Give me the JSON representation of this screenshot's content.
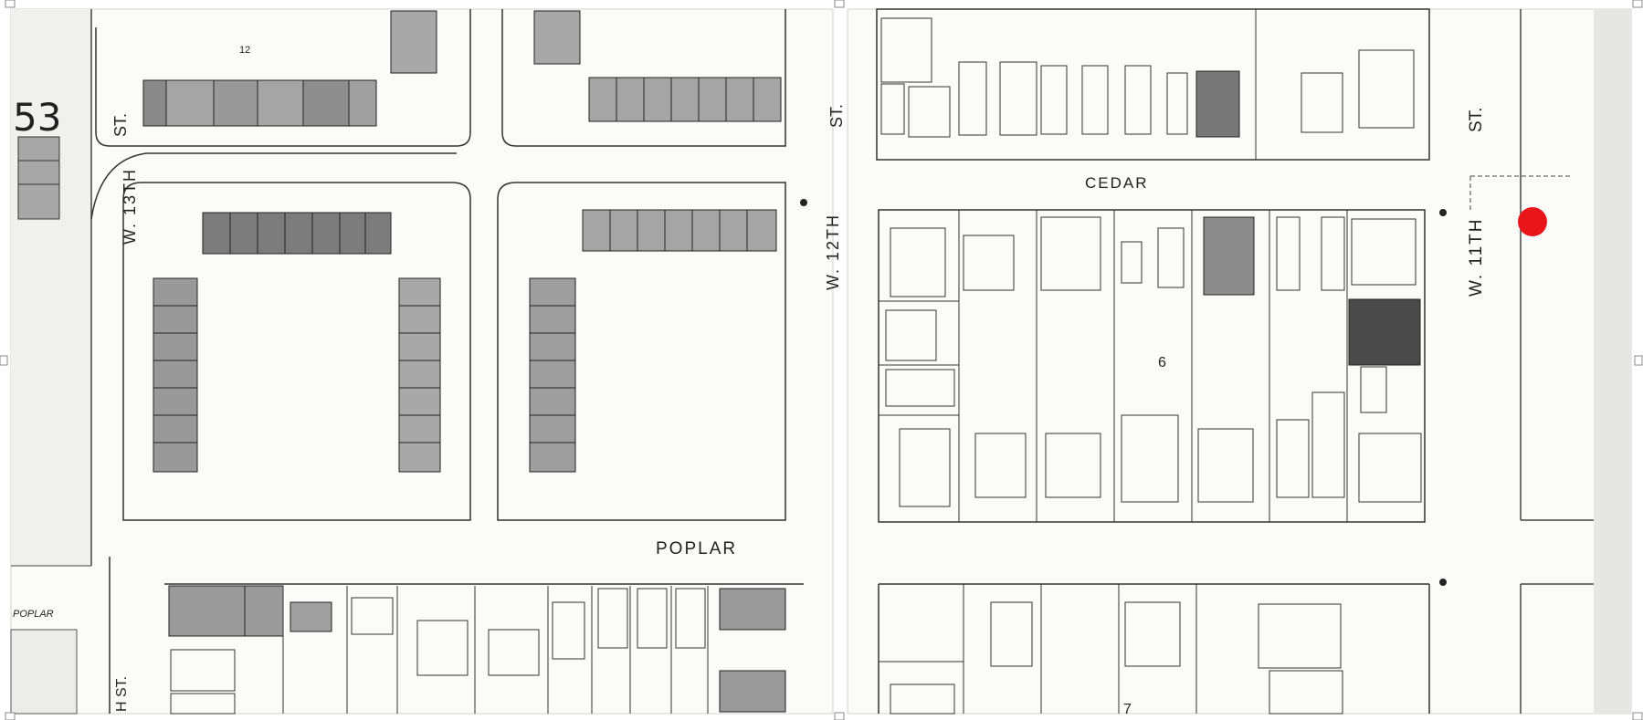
{
  "map": {
    "sheet_number": "53",
    "block_numbers": {
      "left_top": "12",
      "right_middle": "6",
      "right_bottom": "7"
    },
    "streets": {
      "w_13th_a": "W. 13TH",
      "w_13th_b": "ST.",
      "w_13th_bottom": "H ST.",
      "w_12th_a": "W. 12TH",
      "w_12th_b": "ST.",
      "w_11th_a": "W. 11TH",
      "w_11th_b": "ST.",
      "cedar": "CEDAR",
      "poplar": "POPLAR",
      "poplar_left": "POPLAR"
    },
    "marker": {
      "color": "#e8161b"
    },
    "colors": {
      "ink": "#2a2a2a",
      "paper": "#fbfbf9",
      "shade_light": "#a8a8a8",
      "shade_dark": "#6b6b6b",
      "shade_darkest": "#4a4a4a"
    }
  }
}
